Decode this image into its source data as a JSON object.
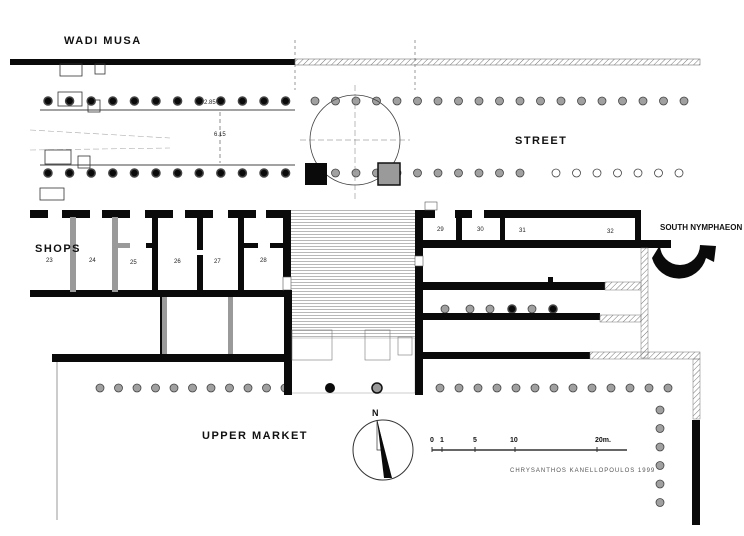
{
  "title": "Plan of the Lower Market and Upper Market along the Colonnaded Street",
  "labels": {
    "wadi_musa": "WADI MUSA",
    "street": "STREET",
    "shops": "SHOPS",
    "south_nymphaeon": "SOUTH NYMPHAEON",
    "upper_market": "UPPER MARKET",
    "north": "N"
  },
  "dimensions": [
    "2.85",
    "6.15"
  ],
  "shop_numbers": [
    "23",
    "24",
    "25",
    "26",
    "27",
    "28",
    "29",
    "30",
    "31",
    "32"
  ],
  "scale_bar": {
    "ticks": [
      "0",
      "1",
      "5",
      "10",
      "20m."
    ]
  },
  "signature": "CHRYSANTHOS KANELLOPOULOS 1999",
  "colors": {
    "wall": "#0a0a0a",
    "restored": "#9a9a9a",
    "hatch": "#777777"
  }
}
